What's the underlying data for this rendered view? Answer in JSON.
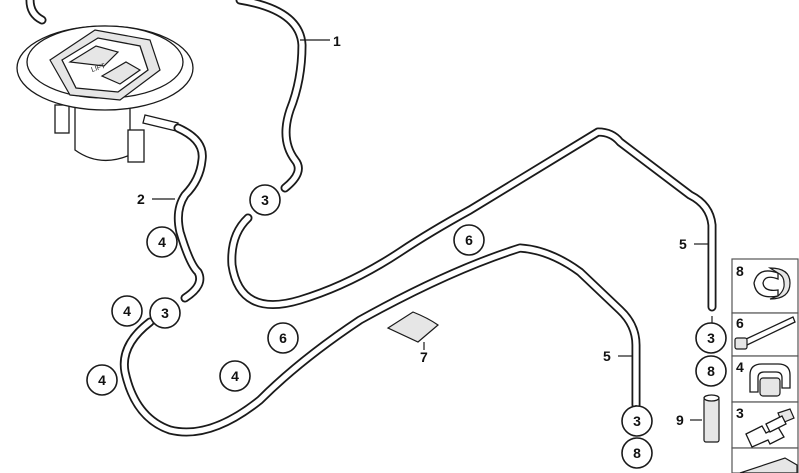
{
  "pump_label": "LIFT",
  "labels": [
    {
      "id": "label-1",
      "text": "1"
    },
    {
      "id": "label-2",
      "text": "2"
    },
    {
      "id": "label-5a",
      "text": "5"
    },
    {
      "id": "label-5b",
      "text": "5"
    },
    {
      "id": "label-7",
      "text": "7"
    },
    {
      "id": "label-9",
      "text": "9"
    }
  ],
  "callouts": [
    {
      "id": "c3a",
      "text": "3"
    },
    {
      "id": "c3b",
      "text": "3"
    },
    {
      "id": "c3c",
      "text": "3"
    },
    {
      "id": "c3d",
      "text": "3"
    },
    {
      "id": "c4a",
      "text": "4"
    },
    {
      "id": "c4b",
      "text": "4"
    },
    {
      "id": "c4c",
      "text": "4"
    },
    {
      "id": "c4d",
      "text": "4"
    },
    {
      "id": "c6a",
      "text": "6"
    },
    {
      "id": "c6b",
      "text": "6"
    },
    {
      "id": "c8a",
      "text": "8"
    },
    {
      "id": "c8b",
      "text": "8"
    }
  ],
  "legend": [
    {
      "id": "legend-8",
      "text": "8"
    },
    {
      "id": "legend-6",
      "text": "6"
    },
    {
      "id": "legend-4",
      "text": "4"
    },
    {
      "id": "legend-3",
      "text": "3"
    }
  ]
}
